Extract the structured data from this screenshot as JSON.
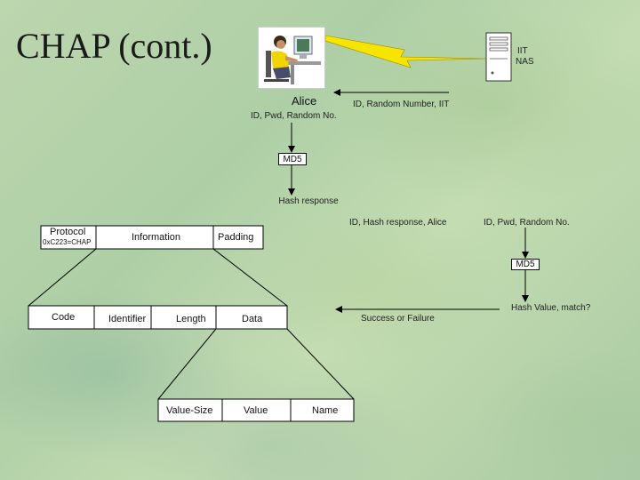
{
  "slide": {
    "title": "CHAP (cont.)"
  },
  "nas": {
    "line1": "IIT",
    "line2": "NAS"
  },
  "alice": {
    "name": "Alice"
  },
  "labels": {
    "alice_inputs": "ID, Pwd, Random No.",
    "challenge": "ID, Random Number, IIT",
    "alice_md5": "MD5",
    "hash_response": "Hash response",
    "to_nas": "ID, Hash response, Alice",
    "nas_inputs": "ID, Pwd, Random No.",
    "nas_md5": "MD5",
    "hash_match": "Hash Value, match?",
    "result": "Success or Failure"
  },
  "packet": {
    "protocol": "Protocol",
    "protocol_code": "0xC223=CHAP",
    "information": "Information",
    "padding": "Padding"
  },
  "chap_fields": {
    "code": "Code",
    "identifier": "Identifier",
    "length": "Length",
    "data": "Data"
  },
  "data_fields": {
    "value_size": "Value-Size",
    "value": "Value",
    "name": "Name"
  },
  "icons": {
    "alice": "user-at-computer-icon",
    "nas": "server-tower-icon",
    "link": "lightning-link-icon"
  }
}
